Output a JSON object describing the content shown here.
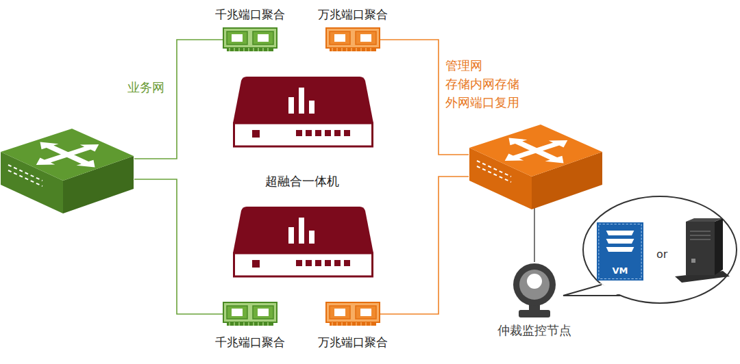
{
  "diagram": {
    "nodes": [
      {
        "text": []
      },
      {
        "text": [
          "千兆端口聚合"
        ]
      },
      {
        "text": [
          "万兆端口聚合"
        ]
      },
      {
        "text": [
          "千兆端口聚合"
        ]
      },
      {
        "text": [
          "万兆端口聚合"
        ]
      },
      {
        "text": []
      },
      {
        "text": [
          "仲裁监控节点"
        ]
      },
      {
        "text": [
          "VM"
        ]
      }
    ],
    "edges": [
      {
        "from": 0,
        "to": 1,
        "arrow": "none",
        "label": "业务网"
      },
      {
        "from": 0,
        "to": 3,
        "arrow": "none"
      },
      {
        "from": 5,
        "to": 2,
        "arrow": "none",
        "label": "管理网 存储内网存储 外网端口复用"
      },
      {
        "from": 5,
        "to": 4,
        "arrow": "none"
      },
      {
        "from": 5,
        "to": 6,
        "arrow": "none"
      }
    ],
    "labels": [
      "超融合一体机",
      "or"
    ]
  }
}
